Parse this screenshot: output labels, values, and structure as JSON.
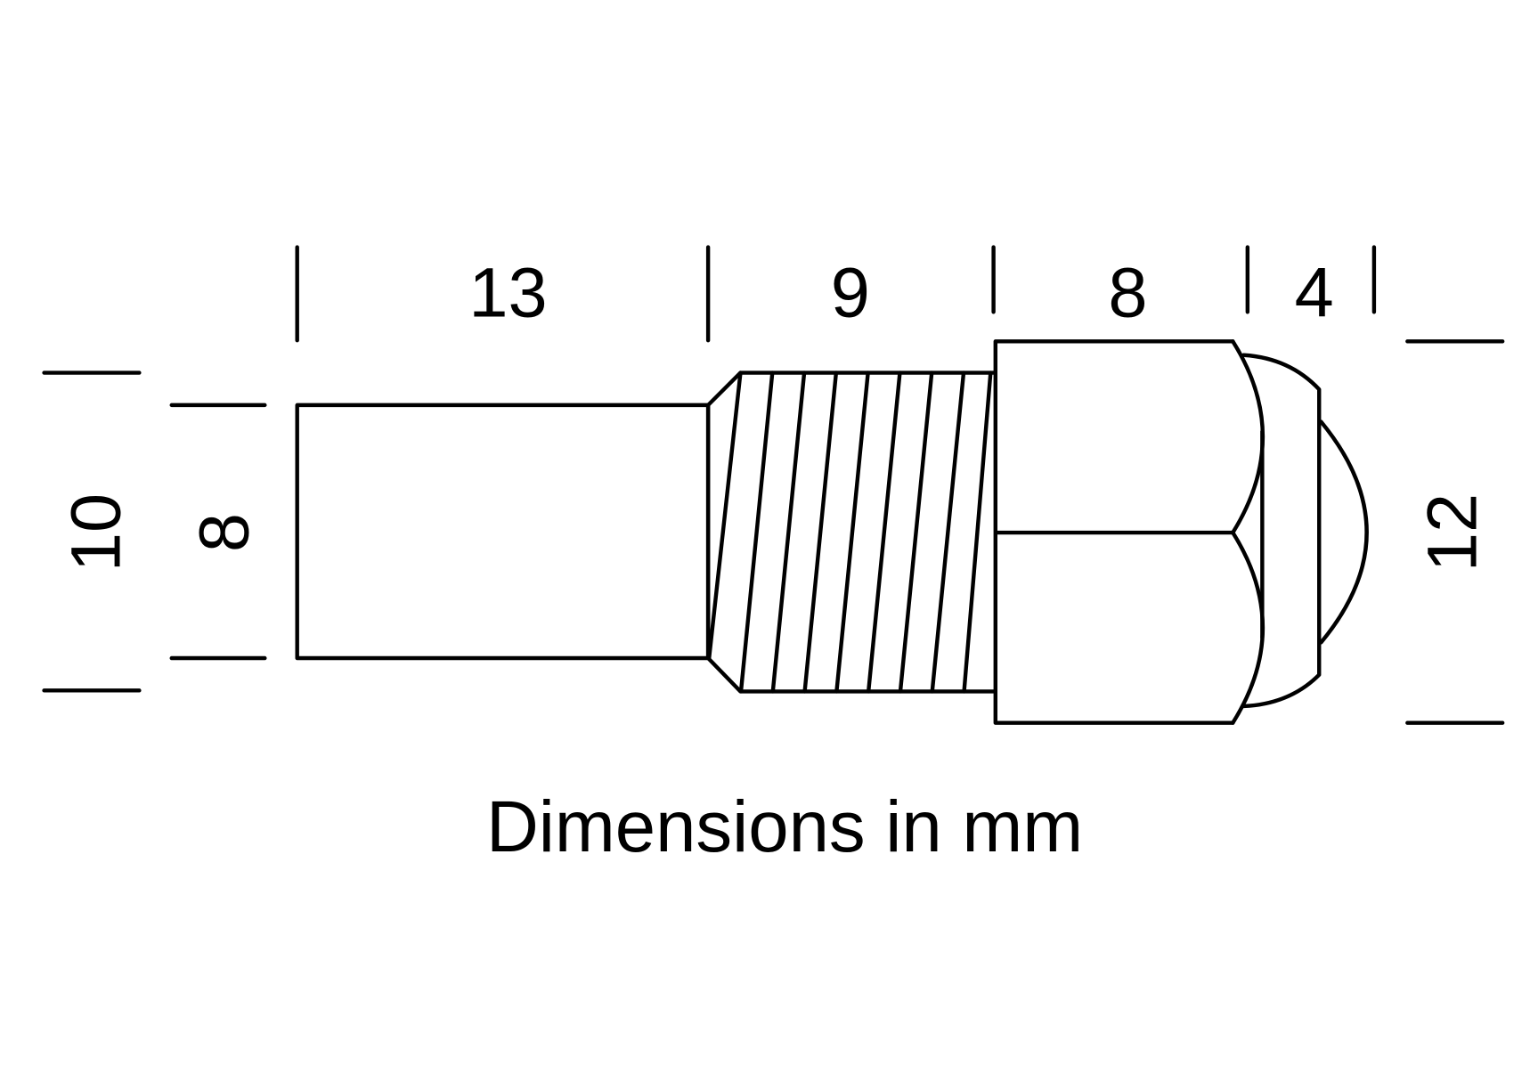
{
  "dimensions": {
    "shank_length": "13",
    "thread_length": "9",
    "hex_length": "8",
    "cap_length": "4",
    "thread_diameter": "10",
    "shank_diameter": "8",
    "hex_width": "12"
  },
  "caption": "Dimensions in mm"
}
